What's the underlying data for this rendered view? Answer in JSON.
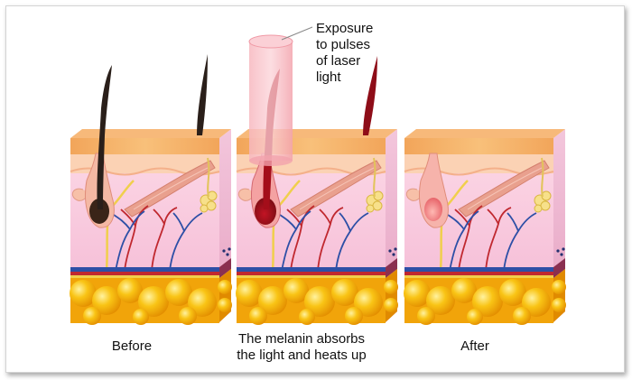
{
  "annotation": {
    "lines": [
      "Exposure",
      "to pulses",
      "of laser",
      "light"
    ]
  },
  "panels": [
    {
      "id": "before",
      "caption_lines": [
        "Before"
      ]
    },
    {
      "id": "during",
      "caption_lines": [
        "The melanin absorbs",
        "the light and heats up"
      ]
    },
    {
      "id": "after",
      "caption_lines": [
        "After"
      ]
    }
  ],
  "colors": {
    "skin_top": "#f5b16a",
    "skin_side": "#e99650",
    "dermis": "#f8c8de",
    "dermis_light": "#fde4ee",
    "fat": "#f6b40e",
    "fat_dark": "#e38e00",
    "hair_dark": "#2a1f1a",
    "hair_red": "#a40e1a",
    "laser": "#f4a7b1",
    "artery": "#c0282f",
    "vein": "#2d4fa6",
    "nerve": "#f0cf4c",
    "muscle": "#e99a8a"
  }
}
